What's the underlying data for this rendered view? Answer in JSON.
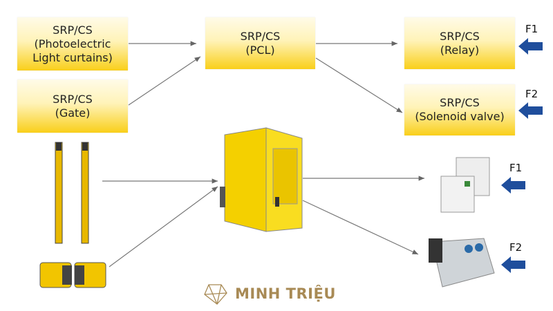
{
  "boxes": {
    "photoelectric": {
      "line1": "SRP/CS",
      "line2": "(Photoelectric",
      "line3": "Light curtains)"
    },
    "gate": {
      "line1": "SRP/CS",
      "line2": "(Gate)"
    },
    "pcl": {
      "line1": "SRP/CS",
      "line2": "(PCL)"
    },
    "relay": {
      "line1": "SRP/CS",
      "line2": "(Relay)"
    },
    "solenoid": {
      "line1": "SRP/CS",
      "line2": "(Solenoid valve)"
    }
  },
  "forces": {
    "f1": "F1",
    "f2": "F2"
  },
  "logo": {
    "text": "MINH TRIỆU"
  },
  "colors": {
    "accent": "#f9cf1a",
    "arrow": "#1f4e9c",
    "logo": "#a88a55"
  }
}
